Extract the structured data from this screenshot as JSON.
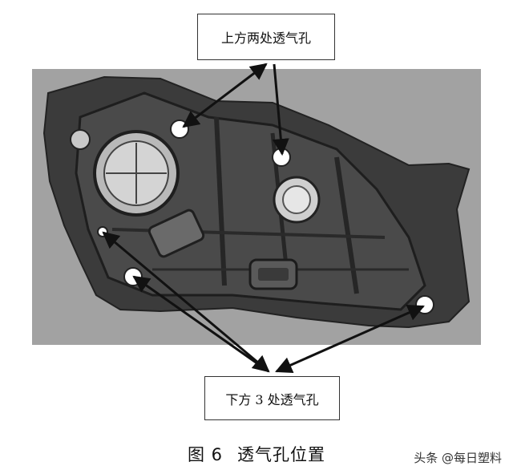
{
  "callouts": {
    "top": "上方两处透气孔",
    "bottom": "下方 3 处透气孔"
  },
  "caption": {
    "figure": "图 6",
    "title": "透气孔位置"
  },
  "watermark": "头条 @每日塑料",
  "colors": {
    "photo_bg": "#9a9a9a",
    "housing": "#3a3a3a",
    "vent_hole": "#ffffff",
    "arrow": "#111111"
  }
}
